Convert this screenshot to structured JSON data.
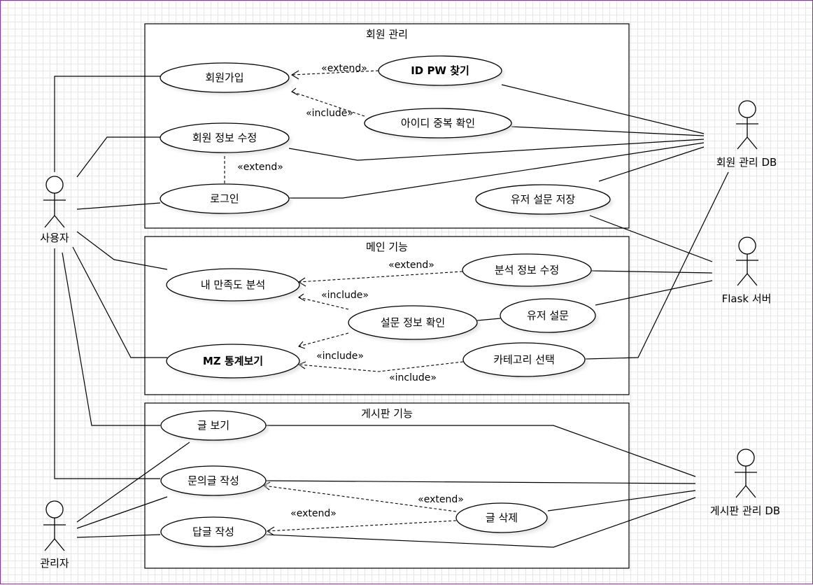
{
  "packages": {
    "member": "회원 관리",
    "main": "메인 기능",
    "board": "게시판 기능"
  },
  "use_cases": {
    "signup": "회원가입",
    "idpw": "ID PW 찾기",
    "dupcheck": "아이디 중복 확인",
    "edit_member": "회원 정보 수정",
    "login": "로그인",
    "save_survey": "유저 설문 저장",
    "satisfaction": "내 만족도 분석",
    "edit_analysis": "분석 정보 수정",
    "survey_check": "설문 정보 확인",
    "user_survey": "유저 설문",
    "mz_stats": "MZ 통계보기",
    "category": "카테고리 선택",
    "view_post": "글 보기",
    "inquiry": "문의글 작성",
    "reply": "답글 작성",
    "delete_post": "글 삭제"
  },
  "stereotypes": {
    "s1": "«extend»",
    "s2": "«include»",
    "s3": "«extend»",
    "s4": "«extend»",
    "s5": "«include»",
    "s6": "«include»",
    "s7": "«include»",
    "s8": "«extend»",
    "s9": "«extend»"
  },
  "actors": {
    "user": "사용자",
    "admin": "관리자",
    "member_db": "회원 관리 DB",
    "flask": "Flask 서버",
    "board_db": "게시판 관리 DB"
  }
}
